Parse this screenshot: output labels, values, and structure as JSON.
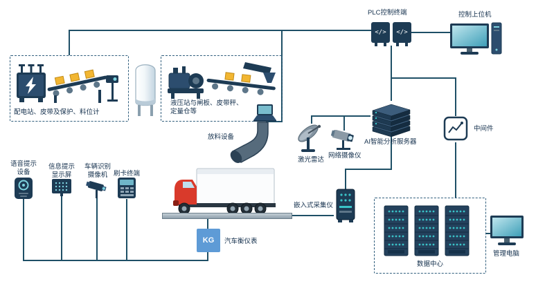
{
  "colors": {
    "line": "#1e4f66",
    "dark": "#1d3b54",
    "accent_teal": "#3ac4c9",
    "truck_red": "#d93a2b",
    "kg_blue": "#5e9bd6",
    "label": "#14304d",
    "belt_yellow": "#f2b632"
  },
  "top": {
    "plc_label": "PLC控制终端",
    "plc_glyph": "</>",
    "control_host_label": "控制上位机"
  },
  "left_group": {
    "box1_label": "配电站、皮带及保护、料位计",
    "box2_label_line1": "液压站与闸板、皮带秤、",
    "box2_label_line2": "定量仓等",
    "discharge_label": "放料设备"
  },
  "lane_devices": {
    "voice_line1": "语音提示",
    "voice_line2": "设备",
    "display_line1": "信息提示",
    "display_line2": "显示屏",
    "camera_line1": "车辆识别",
    "camera_line2": "摄像机",
    "card_label": "刷卡终端"
  },
  "weighing": {
    "kg_text": "KG",
    "indicator_label": "汽车衡仪表"
  },
  "sensing": {
    "lidar_label": "激光雷达",
    "net_camera_label": "网络摄像仪",
    "ai_server_label": "AI智能分析服务器"
  },
  "platform_layer": {
    "middleware_label": "中间件",
    "collector_label": "嵌入式采集仪"
  },
  "datacenter": {
    "label": "数据中心",
    "mgmt_pc_label": "管理电脑"
  },
  "icons": [
    "plc-terminal-icon",
    "desktop-computer-icon",
    "transformer-icon",
    "conveyor-icon",
    "level-gauge-icon",
    "silo-icon",
    "hydraulic-station-icon",
    "belt-scale-conveyor-icon",
    "laptop-icon",
    "discharge-chute-icon",
    "truck-icon",
    "weighbridge-platform",
    "speaker-icon",
    "display-screen-icon",
    "cctv-camera-icon",
    "card-reader-icon",
    "kg-indicator",
    "lidar-dish-icon",
    "network-camera-icon",
    "ai-server-icon",
    "middleware-chart-icon",
    "collector-icon",
    "server-rack-icon",
    "management-pc-icon"
  ]
}
